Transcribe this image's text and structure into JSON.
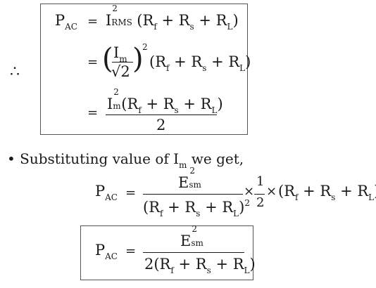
{
  "therefore_symbol": "∴",
  "box1": {
    "lhs": {
      "main": "P",
      "sub": "AC"
    },
    "eq_sign": "=",
    "line1": {
      "I": "I",
      "sup": "2",
      "sub": "RMS",
      "paren": "(R",
      "f": "f",
      "plus1": " + R",
      "s": "s",
      "plus2": " + R",
      "L": "L",
      "close": ")"
    },
    "line2": {
      "num": "I",
      "num_sub": "m",
      "den": "√2",
      "sup": "2",
      "rest": "(R",
      "f": "f",
      "plus1": " + R",
      "s": "s",
      "plus2": " + R",
      "L": "L",
      "close": ")"
    },
    "line3": {
      "num_I": "I",
      "num_sup": "2",
      "num_sub": "m",
      "num_paren": "(R",
      "f": "f",
      "plus1": " + R",
      "s": "s",
      "plus2": " + R",
      "L": "L",
      "close": ")",
      "den": "2"
    }
  },
  "bullet": "•",
  "sentence": {
    "pre": "Substituting value of I",
    "sub": "m",
    "post": " we get,"
  },
  "eq2": {
    "lhs": "P",
    "lhs_sub": "AC",
    "eq_sign": "=",
    "num_E": "E",
    "num_sup": "2",
    "num_sub": "sm",
    "den_open": "(R",
    "f": "f",
    "plus1": " + R",
    "s": "s",
    "plus2": " + R",
    "L": "L",
    "den_close": ")",
    "den_sup": "2",
    "times1": "×",
    "half_num": "1",
    "half_den": "2",
    "times2": "×",
    "tail": "(R",
    "tail_f": "f",
    "tail_plus1": " + R",
    "tail_s": "s",
    "tail_plus2": " + R",
    "tail_L": "L",
    "tail_close": ")"
  },
  "box2": {
    "lhs": "P",
    "lhs_sub": "AC",
    "eq_sign": "=",
    "num_E": "E",
    "num_sup": "2",
    "num_sub": "sm",
    "den": "2(R",
    "f": "f",
    "plus1": " + R",
    "s": "s",
    "plus2": " + R",
    "L": "L",
    "den_close": ")"
  }
}
